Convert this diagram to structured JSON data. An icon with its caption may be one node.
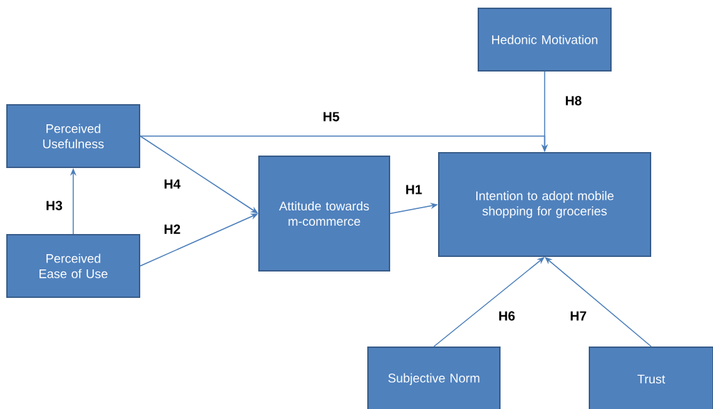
{
  "diagram": {
    "nodes": [
      {
        "text": [
          "Hedonic Motivation"
        ]
      },
      {
        "text": [
          "Perceived Usefulness"
        ]
      },
      {
        "text": [
          "Attitude towards m-commerce"
        ]
      },
      {
        "text": [
          "Intention to adopt mobile shopping for groceries"
        ]
      },
      {
        "text": [
          "Perceived Ease of Use"
        ]
      },
      {
        "text": [
          "Subjective Norm"
        ]
      },
      {
        "text": [
          "Trust"
        ]
      }
    ],
    "edges": [
      {
        "from": 0,
        "to": 3,
        "arrow": "to",
        "label": "H8"
      },
      {
        "from": 1,
        "to": 3,
        "arrow": "to",
        "label": "H5"
      },
      {
        "from": 1,
        "to": 2,
        "arrow": "to",
        "label": "H4"
      },
      {
        "from": 4,
        "to": 1,
        "arrow": "to",
        "label": "H3"
      },
      {
        "from": 4,
        "to": 2,
        "arrow": "to",
        "label": "H2"
      },
      {
        "from": 2,
        "to": 3,
        "arrow": "to",
        "label": "H1"
      },
      {
        "from": 5,
        "to": 3,
        "arrow": "to",
        "label": "H6"
      },
      {
        "from": 6,
        "to": 3,
        "arrow": "to",
        "label": "H7"
      }
    ]
  }
}
